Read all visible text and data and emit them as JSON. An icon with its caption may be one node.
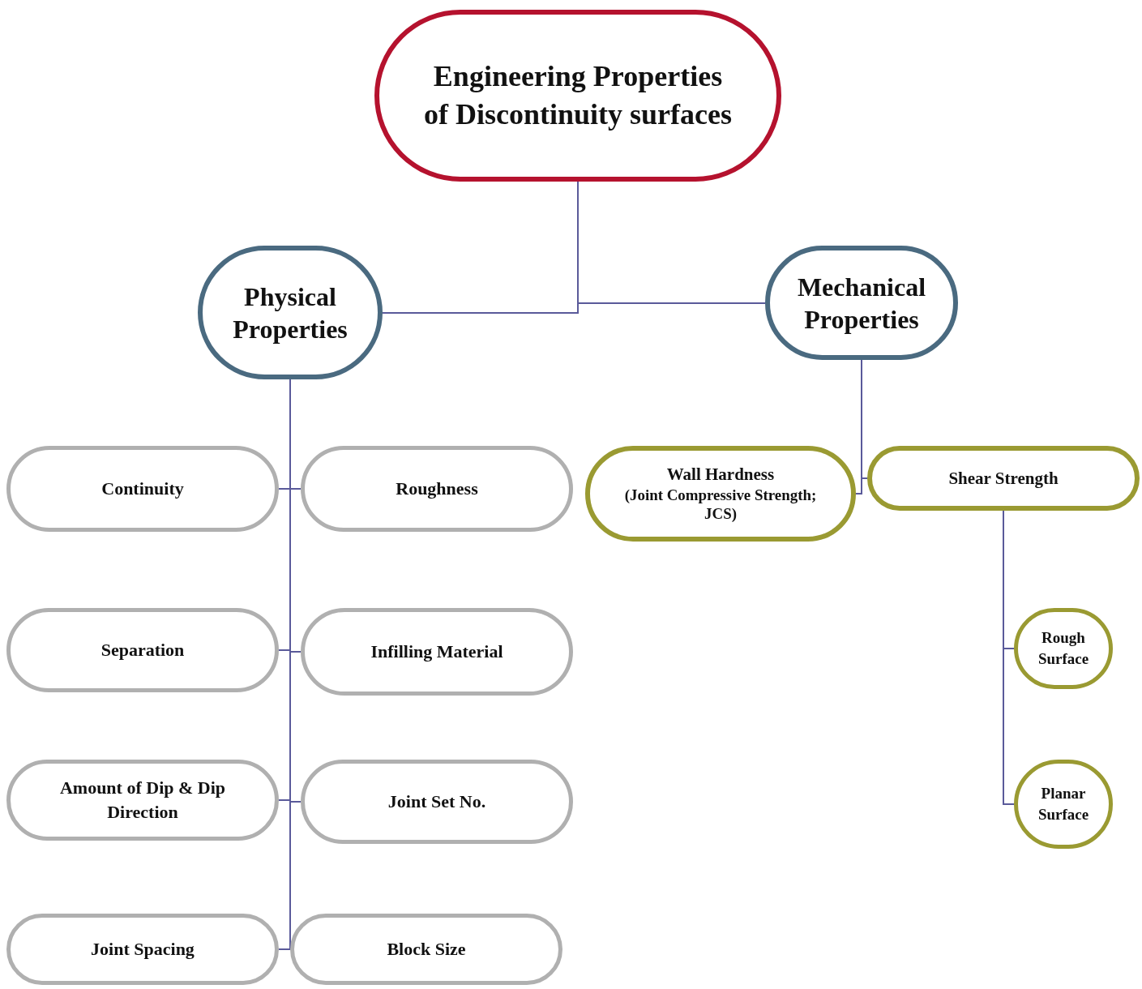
{
  "diagram": {
    "nodes": [
      {
        "text": [
          "Engineering Properties of Discontinuity surfaces"
        ]
      },
      {
        "text": [
          "Physical Properties"
        ]
      },
      {
        "text": [
          "Mechanical Properties"
        ]
      },
      {
        "text": [
          "Continuity"
        ]
      },
      {
        "text": [
          "Roughness"
        ]
      },
      {
        "text": [
          "Separation"
        ]
      },
      {
        "text": [
          "Infilling Material"
        ]
      },
      {
        "text": [
          "Amount of Dip & Dip Direction"
        ]
      },
      {
        "text": [
          "Joint Set No."
        ]
      },
      {
        "text": [
          "Joint Spacing"
        ]
      },
      {
        "text": [
          "Block Size"
        ]
      },
      {
        "text": [
          "Wall Hardness",
          "(Joint Compressive Strength; JCS)"
        ]
      },
      {
        "text": [
          "Shear Strength"
        ]
      },
      {
        "text": [
          "Rough Surface"
        ]
      },
      {
        "text": [
          "Planar Surface"
        ]
      }
    ],
    "edges": [
      {
        "from": 0,
        "to": 1,
        "arrow": "none"
      },
      {
        "from": 0,
        "to": 2,
        "arrow": "none"
      },
      {
        "from": 1,
        "to": 3,
        "arrow": "none"
      },
      {
        "from": 1,
        "to": 4,
        "arrow": "none"
      },
      {
        "from": 1,
        "to": 5,
        "arrow": "none"
      },
      {
        "from": 1,
        "to": 6,
        "arrow": "none"
      },
      {
        "from": 1,
        "to": 7,
        "arrow": "none"
      },
      {
        "from": 1,
        "to": 8,
        "arrow": "none"
      },
      {
        "from": 1,
        "to": 9,
        "arrow": "none"
      },
      {
        "from": 1,
        "to": 10,
        "arrow": "none"
      },
      {
        "from": 2,
        "to": 11,
        "arrow": "none"
      },
      {
        "from": 2,
        "to": 12,
        "arrow": "none"
      },
      {
        "from": 12,
        "to": 13,
        "arrow": "none"
      },
      {
        "from": 12,
        "to": 14,
        "arrow": "none"
      }
    ]
  }
}
